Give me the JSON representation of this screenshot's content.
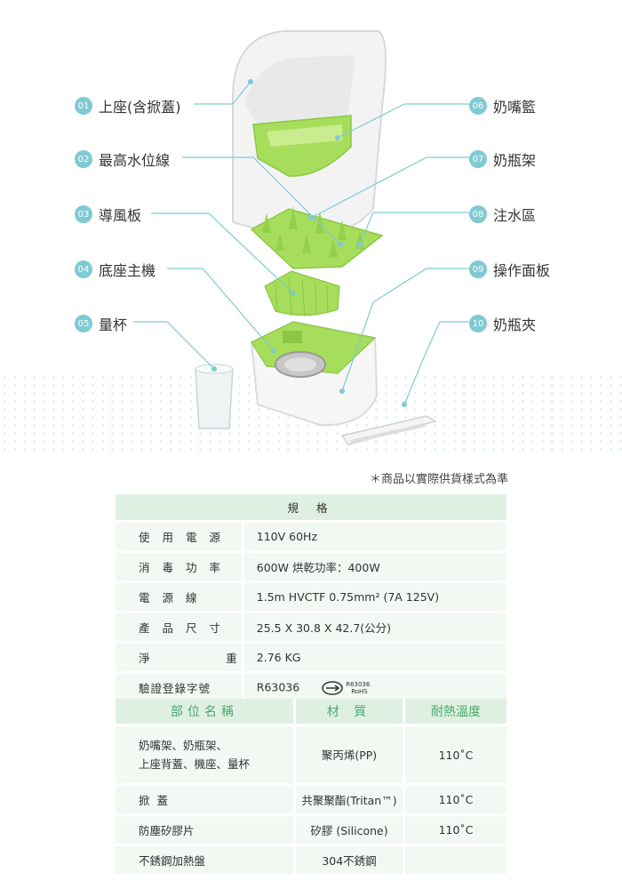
{
  "callouts": {
    "left": [
      {
        "num": "01",
        "label": "上座(含掀蓋)"
      },
      {
        "num": "02",
        "label": "最高水位線"
      },
      {
        "num": "03",
        "label": "導風板"
      },
      {
        "num": "04",
        "label": "底座主機"
      },
      {
        "num": "05",
        "label": "量杯"
      }
    ],
    "right": [
      {
        "num": "06",
        "label": "奶嘴籃"
      },
      {
        "num": "07",
        "label": "奶瓶架"
      },
      {
        "num": "08",
        "label": "注水區"
      },
      {
        "num": "09",
        "label": "操作面板"
      },
      {
        "num": "10",
        "label": "奶瓶夾"
      }
    ]
  },
  "note": "＊商品以實際供貨樣式為準",
  "spec": {
    "header": "規 格",
    "rows": [
      {
        "key": "使 用 電 源",
        "value": "110V 60Hz"
      },
      {
        "key": "消 毒 功 率",
        "value": "600W  烘乾功率：400W"
      },
      {
        "key": "電  源  線",
        "value": "1.5m HVCTF 0.75mm² (7A 125V)"
      },
      {
        "key": "產 品 尺 寸",
        "value": "25.5 X 30.8 X 42.7(公分)"
      },
      {
        "key": "淨         重",
        "value": "2.76 KG"
      },
      {
        "key": "驗證登錄字號",
        "value": "R63036"
      }
    ],
    "cert": {
      "line1": "R63036",
      "line2": "RoHS"
    }
  },
  "materials": {
    "headers": [
      "部位名稱",
      "材 質",
      "耐熱溫度"
    ],
    "rows": [
      {
        "part1": "奶嘴架、奶瓶架、",
        "part2": "上座背蓋、機座、量杯",
        "material": "聚丙烯(PP)",
        "temp": "110˚C"
      },
      {
        "part1": "掀  蓋",
        "part2": "",
        "material": "共聚聚酯(Tritan™)",
        "temp": "110˚C"
      },
      {
        "part1": "防塵矽膠片",
        "part2": "",
        "material": "矽膠 (Silicone)",
        "temp": "110˚C"
      },
      {
        "part1": "不銹鋼加熱盤",
        "part2": "",
        "material": "304不銹鋼",
        "temp": ""
      }
    ]
  },
  "colors": {
    "accent": "#7fcad3",
    "green": "#a6dd5a",
    "header_text": "#4aa86b"
  }
}
